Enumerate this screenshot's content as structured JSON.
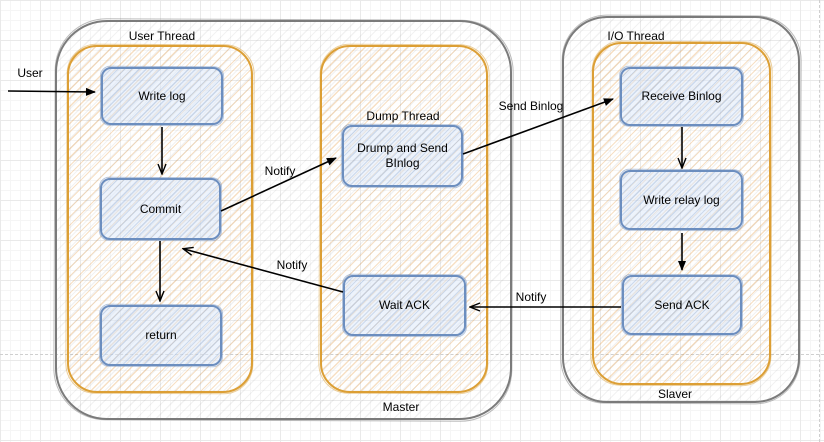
{
  "diagram": {
    "title_hint": "MySQL master-slave binlog replication flow",
    "containers": {
      "master": {
        "label": "Master"
      },
      "slaver": {
        "label": "Slaver"
      },
      "user_thread": {
        "label": "User Thread"
      },
      "dump_thread": {
        "label": "Dump Thread"
      },
      "io_thread": {
        "label": "I/O Thread"
      }
    },
    "nodes": {
      "write_log": {
        "label": "Write log"
      },
      "commit": {
        "label": "Commit"
      },
      "return": {
        "label": "return"
      },
      "dump_send_binlog": {
        "label": "Drump and Send BInlog"
      },
      "wait_ack": {
        "label": "Wait ACK"
      },
      "receive_binlog": {
        "label": "Receive Binlog"
      },
      "write_relay_log": {
        "label": "Write relay log"
      },
      "send_ack": {
        "label": "Send ACK"
      }
    },
    "edges": [
      {
        "from": "user",
        "to": "write_log",
        "label": "User"
      },
      {
        "from": "write_log",
        "to": "commit"
      },
      {
        "from": "commit",
        "to": "return"
      },
      {
        "from": "commit",
        "to": "dump_send_binlog",
        "label": "Notify"
      },
      {
        "from": "dump_send_binlog",
        "to": "receive_binlog",
        "label": "Send Binlog"
      },
      {
        "from": "receive_binlog",
        "to": "write_relay_log"
      },
      {
        "from": "write_relay_log",
        "to": "send_ack"
      },
      {
        "from": "send_ack",
        "to": "wait_ack",
        "label": "Notify"
      },
      {
        "from": "wait_ack",
        "to": "commit",
        "label": "Notify"
      }
    ],
    "colors": {
      "container_border_gray": "#7b7b7b",
      "container_border_orange": "#d79b00",
      "container_fill_orange": "#ffe6cc",
      "node_border_blue": "#6c8ebf",
      "node_fill_blue": "#dae8fc",
      "arrow": "#000000",
      "grid_minor": "#f5f5f5",
      "grid_major": "#e9e9e9",
      "page_break_dash": "#cfcfcf"
    }
  }
}
